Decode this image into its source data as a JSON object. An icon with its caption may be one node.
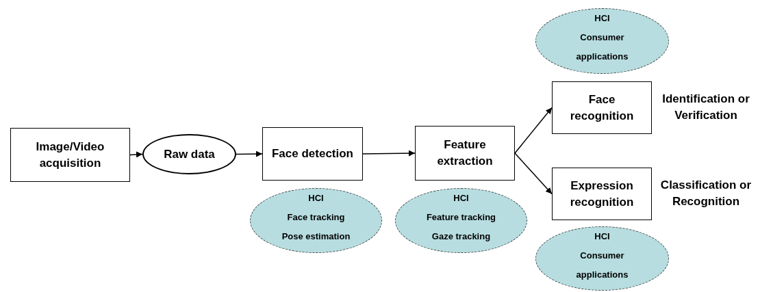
{
  "diagram": {
    "nodes": [
      {
        "text": [
          "Image/Video acquisition"
        ]
      },
      {
        "text": [
          "Raw data"
        ]
      },
      {
        "text": [
          "Face detection"
        ]
      },
      {
        "text": [
          "Feature extraction"
        ]
      },
      {
        "text": [
          "Face recognition"
        ],
        "beside": [
          "Identification or Verification"
        ]
      },
      {
        "text": [
          "Expression recognition"
        ],
        "beside": [
          "Classification or Recognition"
        ]
      },
      {
        "text": [
          "HCI",
          "Face tracking",
          "Pose estimation"
        ]
      },
      {
        "text": [
          "HCI",
          "Feature tracking",
          "Gaze tracking"
        ]
      },
      {
        "text": [
          "HCI",
          "Consumer applications"
        ]
      },
      {
        "text": [
          "HCI",
          "Consumer applications"
        ]
      }
    ],
    "edges": [
      {
        "from": 0,
        "to": 1,
        "arrow": "to"
      },
      {
        "from": 1,
        "to": 2,
        "arrow": "to"
      },
      {
        "from": 2,
        "to": 3,
        "arrow": "to"
      },
      {
        "from": 3,
        "to": 4,
        "arrow": "to"
      },
      {
        "from": 3,
        "to": 5,
        "arrow": "to"
      }
    ]
  }
}
